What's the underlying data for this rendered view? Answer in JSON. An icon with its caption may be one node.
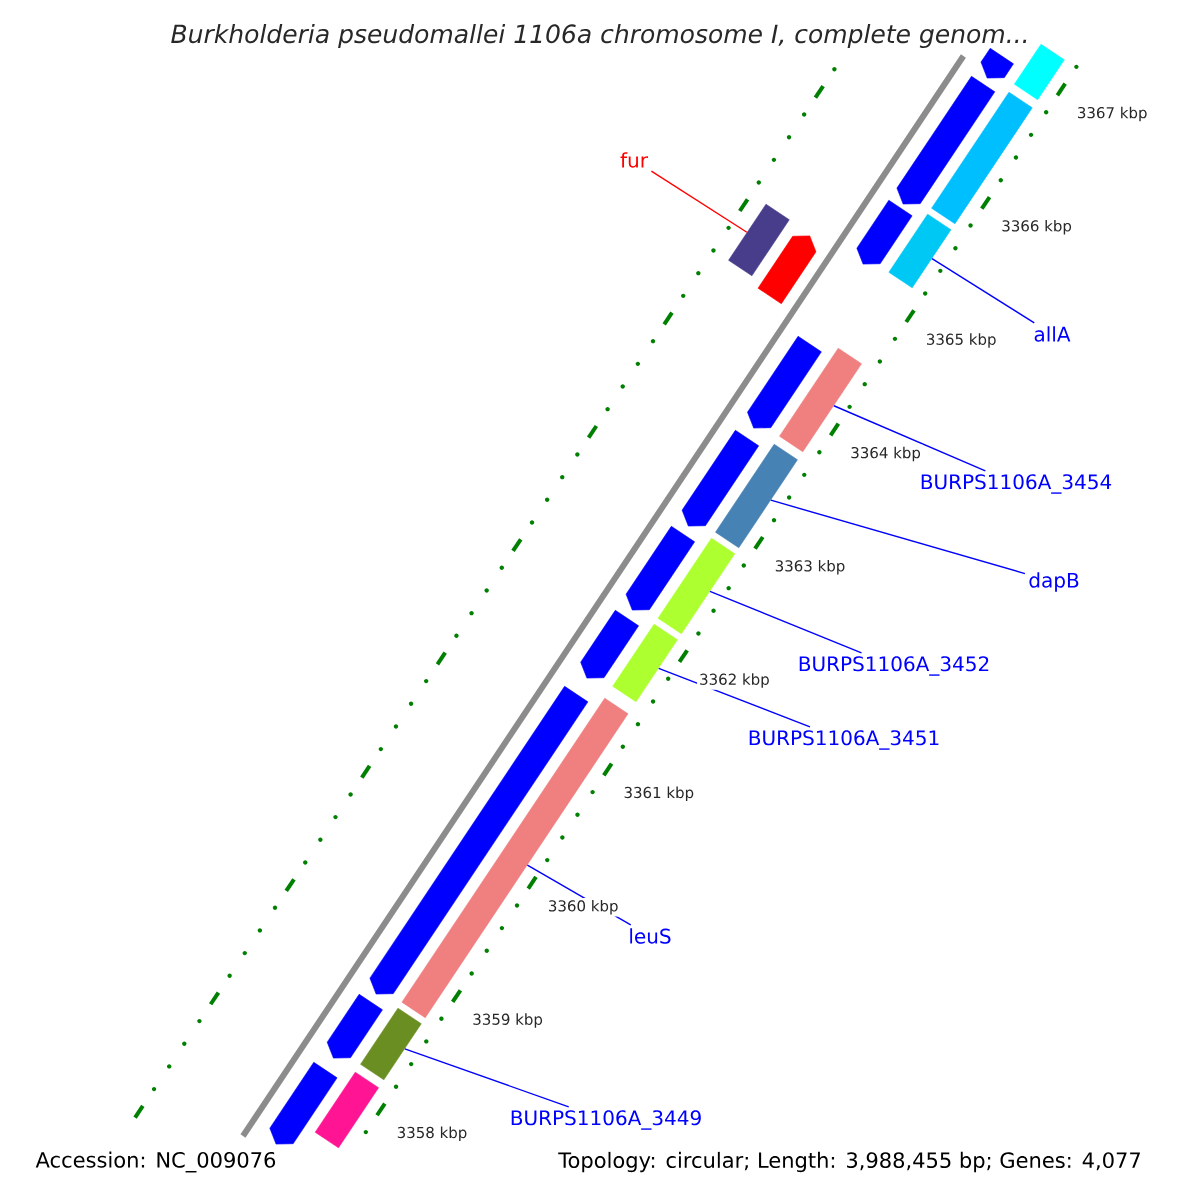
{
  "diagram": {
    "title": "*Burkholderia pseudomallei* 1106a chromosome I, complete genom...",
    "nodes": [
      {
        "text": [
          "fur"
        ]
      },
      {
        "text": [
          "allA"
        ]
      },
      {
        "text": [
          "BURPS1106A_3454"
        ]
      },
      {
        "text": [
          "dapB"
        ]
      },
      {
        "text": [
          "BURPS1106A_3452"
        ]
      },
      {
        "text": [
          "BURPS1106A_3451"
        ]
      },
      {
        "text": [
          "leuS"
        ]
      },
      {
        "text": [
          "BURPS1106A_3449"
        ]
      },
      {
        "text": [],
        "shape": "bar"
      },
      {
        "text": [],
        "shape": "bar"
      },
      {
        "text": [],
        "shape": "bar"
      },
      {
        "text": [],
        "shape": "bar"
      },
      {
        "text": [],
        "shape": "bar"
      },
      {
        "text": [],
        "shape": "bar"
      },
      {
        "text": [],
        "shape": "bar"
      },
      {
        "text": [],
        "shape": "bar"
      },
      {
        "text": [],
        "shape": "bar"
      },
      {
        "text": [],
        "shape": "bar"
      },
      {
        "text": [],
        "shape": "bar"
      },
      {
        "text": [],
        "shape": "bar"
      },
      {
        "text": [],
        "shape": "bar"
      },
      {
        "text": [],
        "shape": "bar"
      },
      {
        "text": [],
        "shape": "bar"
      },
      {
        "text": [],
        "shape": "bar"
      },
      {
        "text": [],
        "shape": "bar"
      },
      {
        "text": [],
        "shape": "bar"
      },
      {
        "text": [],
        "shape": "bar"
      },
      {
        "text": [],
        "shape": "bar"
      },
      {
        "text": [],
        "shape": "bar"
      },
      {
        "text": [],
        "shape": "bar"
      }
    ],
    "edges": [
      {
        "from": 0,
        "to": 28,
        "arrow": "none",
        "color": "#ff0000"
      },
      {
        "from": 1,
        "to": 20,
        "arrow": "none"
      },
      {
        "from": 2,
        "to": 21,
        "arrow": "none"
      },
      {
        "from": 3,
        "to": 22,
        "arrow": "none"
      },
      {
        "from": 4,
        "to": 23,
        "arrow": "none"
      },
      {
        "from": 5,
        "to": 24,
        "arrow": "none"
      },
      {
        "from": 6,
        "to": 25,
        "arrow": "none"
      },
      {
        "from": 7,
        "to": 26,
        "arrow": "none"
      }
    ],
    "labels": [
      "3367 kbp",
      "3366 kbp",
      "3365 kbp",
      "3364 kbp",
      "3363 kbp",
      "3362 kbp",
      "3361 kbp",
      "3360 kbp",
      "3359 kbp",
      "3358 kbp",
      "Accession: NC_009076",
      "Topology: circular; Length: 3,988,455 bp; Genes: 4,077"
    ]
  }
}
